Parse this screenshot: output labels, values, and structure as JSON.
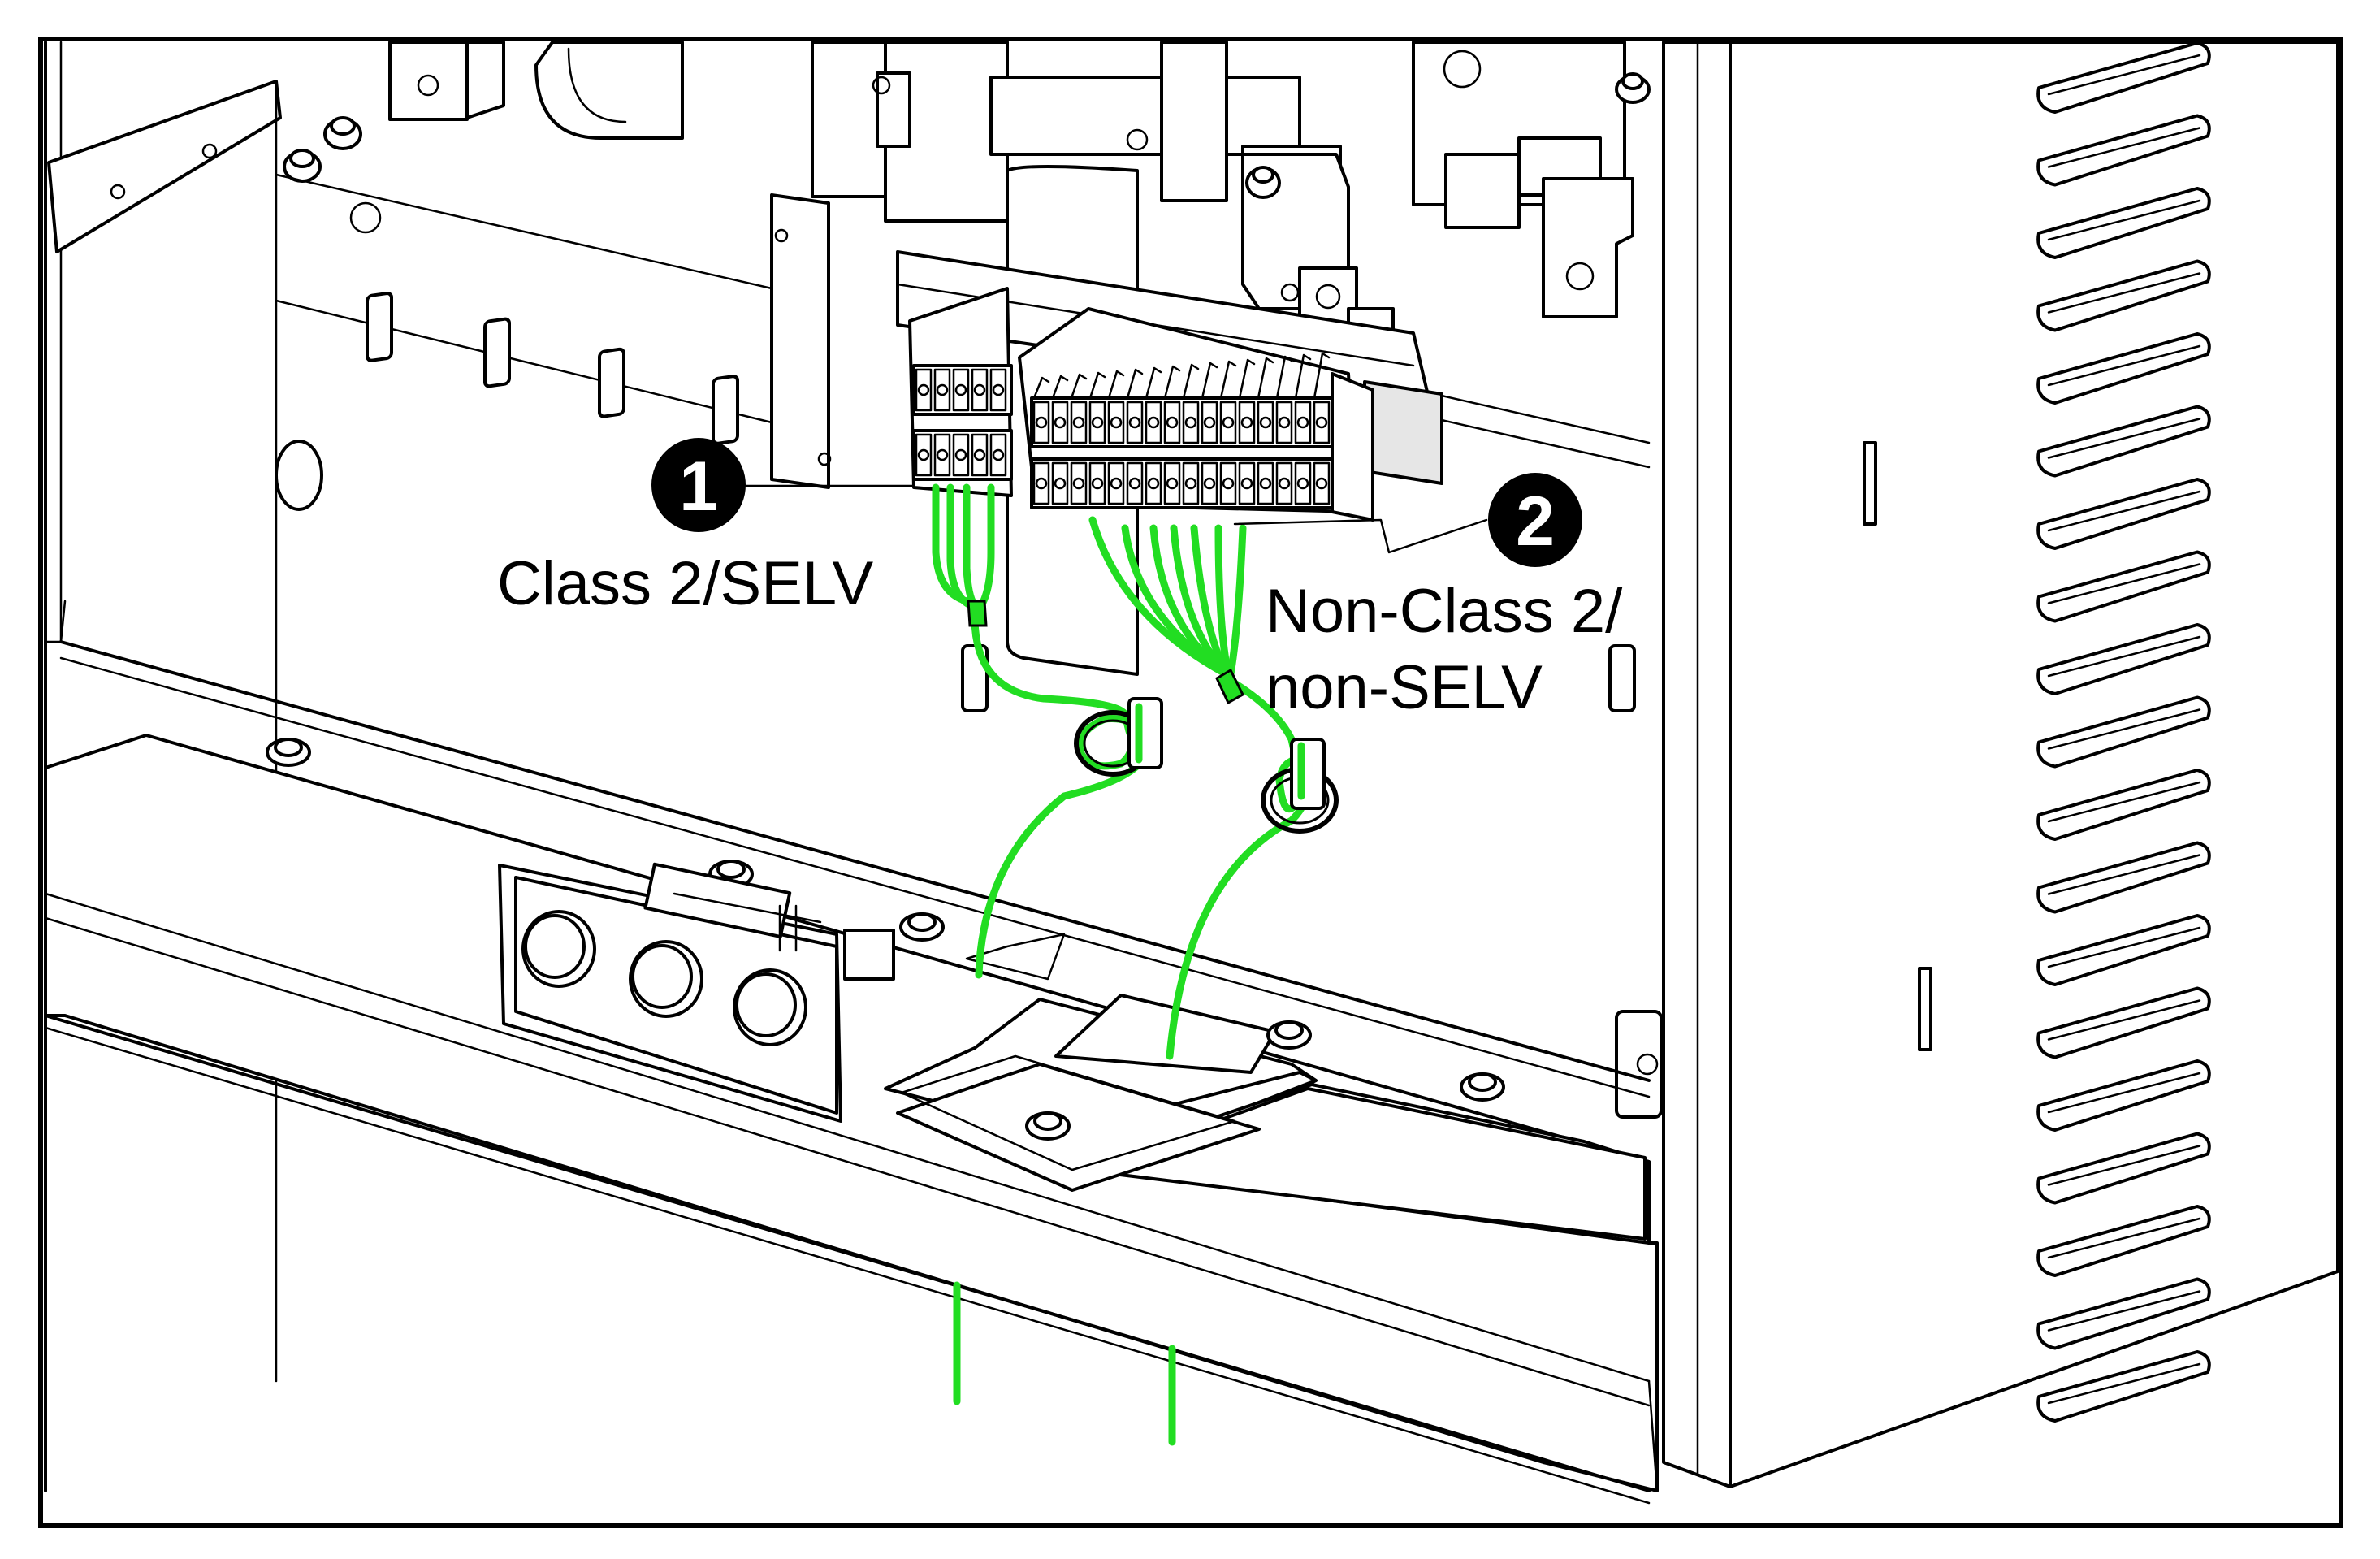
{
  "callouts": [
    {
      "number": "1",
      "label_lines": [
        "Class 2/SELV"
      ]
    },
    {
      "number": "2",
      "label_lines": [
        "Non-Class 2/",
        "non-SELV"
      ]
    }
  ],
  "colors": {
    "wire": "#22dd22",
    "outline": "#000000",
    "background": "#ffffff",
    "callout_fill": "#000000",
    "callout_text": "#ffffff"
  }
}
